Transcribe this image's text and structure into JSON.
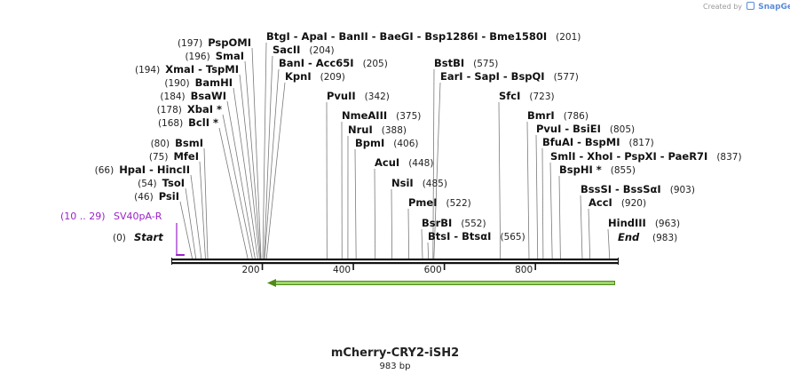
{
  "credit": {
    "prefix": "Created by",
    "brand": "SnapGene"
  },
  "map": {
    "name": "mCherry-CRY2-iSH2",
    "length_label": "983 bp",
    "length": 983,
    "start_label": "Start",
    "end_label": "End",
    "start_pos": "(0)",
    "end_pos": "(983)",
    "feature": {
      "name": "SV40pA-R",
      "range": "(10 .. 29)",
      "color": "#9a22c8"
    },
    "orf_color": "#74b72e",
    "ruler_ticks": [
      "200",
      "400",
      "600",
      "800"
    ],
    "left_enzymes": [
      {
        "name": "PspOMI",
        "pos": "(197)",
        "site": 197
      },
      {
        "name": "SmaI",
        "pos": "(196)",
        "site": 196
      },
      {
        "name": "XmaI - TspMI",
        "pos": "(194)",
        "site": 194
      },
      {
        "name": "BamHI",
        "pos": "(190)",
        "site": 190
      },
      {
        "name": "BsaWI",
        "pos": "(184)",
        "site": 184
      },
      {
        "name": "XbaI *",
        "pos": "(178)",
        "site": 178
      },
      {
        "name": "BclI *",
        "pos": "(168)",
        "site": 168
      },
      {
        "name": "BsmI",
        "pos": "(80)",
        "site": 80
      },
      {
        "name": "MfeI",
        "pos": "(75)",
        "site": 75
      },
      {
        "name": "HpaI - HincII",
        "pos": "(66)",
        "site": 66
      },
      {
        "name": "TsoI",
        "pos": "(54)",
        "site": 54
      },
      {
        "name": "PsiI",
        "pos": "(46)",
        "site": 46
      }
    ],
    "right_enzymes": [
      {
        "name": "BtgI - ApaI - BanII - BaeGI - Bsp1286I - Bme1580I",
        "pos": "(201)",
        "site": 201
      },
      {
        "name": "SacII",
        "pos": "(204)",
        "site": 204
      },
      {
        "name": "BanI - Acc65I",
        "pos": "(205)",
        "site": 205
      },
      {
        "name": "KpnI",
        "pos": "(209)",
        "site": 209
      },
      {
        "name": "PvuII",
        "pos": "(342)",
        "site": 342
      },
      {
        "name": "NmeAIII",
        "pos": "(375)",
        "site": 375
      },
      {
        "name": "NruI",
        "pos": "(388)",
        "site": 388
      },
      {
        "name": "BpmI",
        "pos": "(406)",
        "site": 406
      },
      {
        "name": "AcuI",
        "pos": "(448)",
        "site": 448
      },
      {
        "name": "NsiI",
        "pos": "(485)",
        "site": 485
      },
      {
        "name": "PmeI",
        "pos": "(522)",
        "site": 522
      },
      {
        "name": "BsrBI",
        "pos": "(552)",
        "site": 552
      },
      {
        "name": "BtsI - BtsαI",
        "pos": "(565)",
        "site": 565
      },
      {
        "name": "BstBI",
        "pos": "(575)",
        "site": 575
      },
      {
        "name": "EarI - SapI - BspQI",
        "pos": "(577)",
        "site": 577
      },
      {
        "name": "SfcI",
        "pos": "(723)",
        "site": 723
      },
      {
        "name": "BmrI",
        "pos": "(786)",
        "site": 786
      },
      {
        "name": "PvuI - BsiEI",
        "pos": "(805)",
        "site": 805
      },
      {
        "name": "BfuAI - BspMI",
        "pos": "(817)",
        "site": 817
      },
      {
        "name": "SmlI - XhoI - PspXI - PaeR7I",
        "pos": "(837)",
        "site": 837
      },
      {
        "name": "BspHI *",
        "pos": "(855)",
        "site": 855
      },
      {
        "name": "BssSI - BssSαI",
        "pos": "(903)",
        "site": 903
      },
      {
        "name": "AccI",
        "pos": "(920)",
        "site": 920
      },
      {
        "name": "HindIII",
        "pos": "(963)",
        "site": 963
      }
    ]
  }
}
